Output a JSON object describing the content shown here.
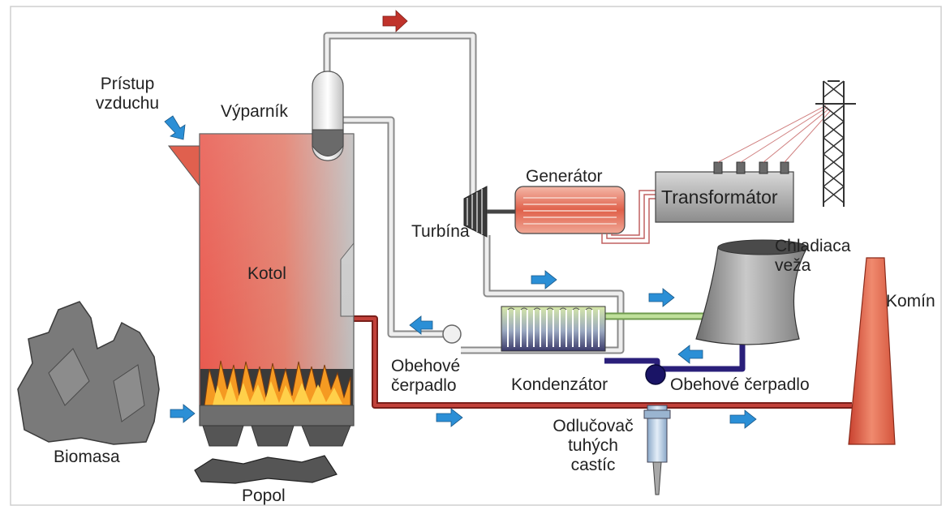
{
  "diagram": {
    "labels": {
      "pristup_vzduchu": "Prístup\nvzduchu",
      "vyparnik": "Výparník",
      "kotol": "Kotol",
      "biomasa": "Biomasa",
      "popol": "Popol",
      "turbina": "Turbína",
      "generator": "Generátor",
      "transformator": "Transformátor",
      "chladiaca_veza": "Chladiaca\nveža",
      "komin": "Komín",
      "obehove_cerpadlo_left": "Obehové\nčerpadlo",
      "kondenzator": "Kondenzátor",
      "obehove_cerpadlo_right": "Obehové čerpadlo",
      "odlucovac": "Odlučovač\ntuhých\ncastíc"
    },
    "colors": {
      "boiler_hot": "#e8554a",
      "boiler_cool": "#b8b8b8",
      "flue_pipe": "#b5332e",
      "steam_pipe": "#d0d0d0",
      "cooling_pipe": "#a8d08a",
      "return_pipe": "#2a1f7a",
      "flow_arrow": "#2b8fd6",
      "steam_arrow": "#c0332b",
      "chimney": "#e86a50",
      "equipment_gray": "#9a9a9a",
      "rock": "#707070"
    },
    "icons": [
      "flow-arrow",
      "steam-arrow",
      "flame",
      "pylon",
      "cooling-tower",
      "chimney"
    ]
  }
}
